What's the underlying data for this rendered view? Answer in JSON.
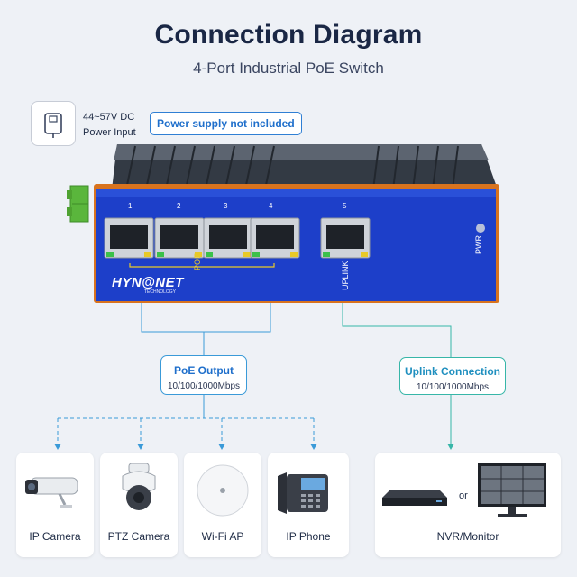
{
  "title": "Connection Diagram",
  "subtitle": "4-Port Industrial PoE Switch",
  "power": {
    "line1": "44~57V DC",
    "line2": "Power Input",
    "notice": "Power supply not included"
  },
  "switch": {
    "port_numbers": [
      "1",
      "2",
      "3",
      "4",
      "5"
    ],
    "poe_label": "POE",
    "uplink_label": "UPLINK",
    "pwr_label": "PWR",
    "brand": "HYN@NET",
    "brand_sub": "TECHNOLOGY"
  },
  "poe_output": {
    "label": "PoE Output",
    "speed": "10/100/1000Mbps"
  },
  "uplink": {
    "label": "Uplink Connection",
    "speed": "10/100/1000Mbps"
  },
  "devices": [
    {
      "name": "IP Camera",
      "icon": "ip-camera-icon"
    },
    {
      "name": "PTZ Camera",
      "icon": "ptz-camera-icon"
    },
    {
      "name": "Wi-Fi AP",
      "icon": "wifi-ap-icon"
    },
    {
      "name": "IP Phone",
      "icon": "ip-phone-icon"
    }
  ],
  "nvr": {
    "name": "NVR/Monitor",
    "or_text": "or"
  },
  "colors": {
    "accent": "#2f7fd4",
    "line": "#3a9ad8",
    "uplink_line": "#37b6a8",
    "switch_front": "#1d3fc9",
    "switch_trim": "#d8731e",
    "terminal": "#5ab63c"
  }
}
